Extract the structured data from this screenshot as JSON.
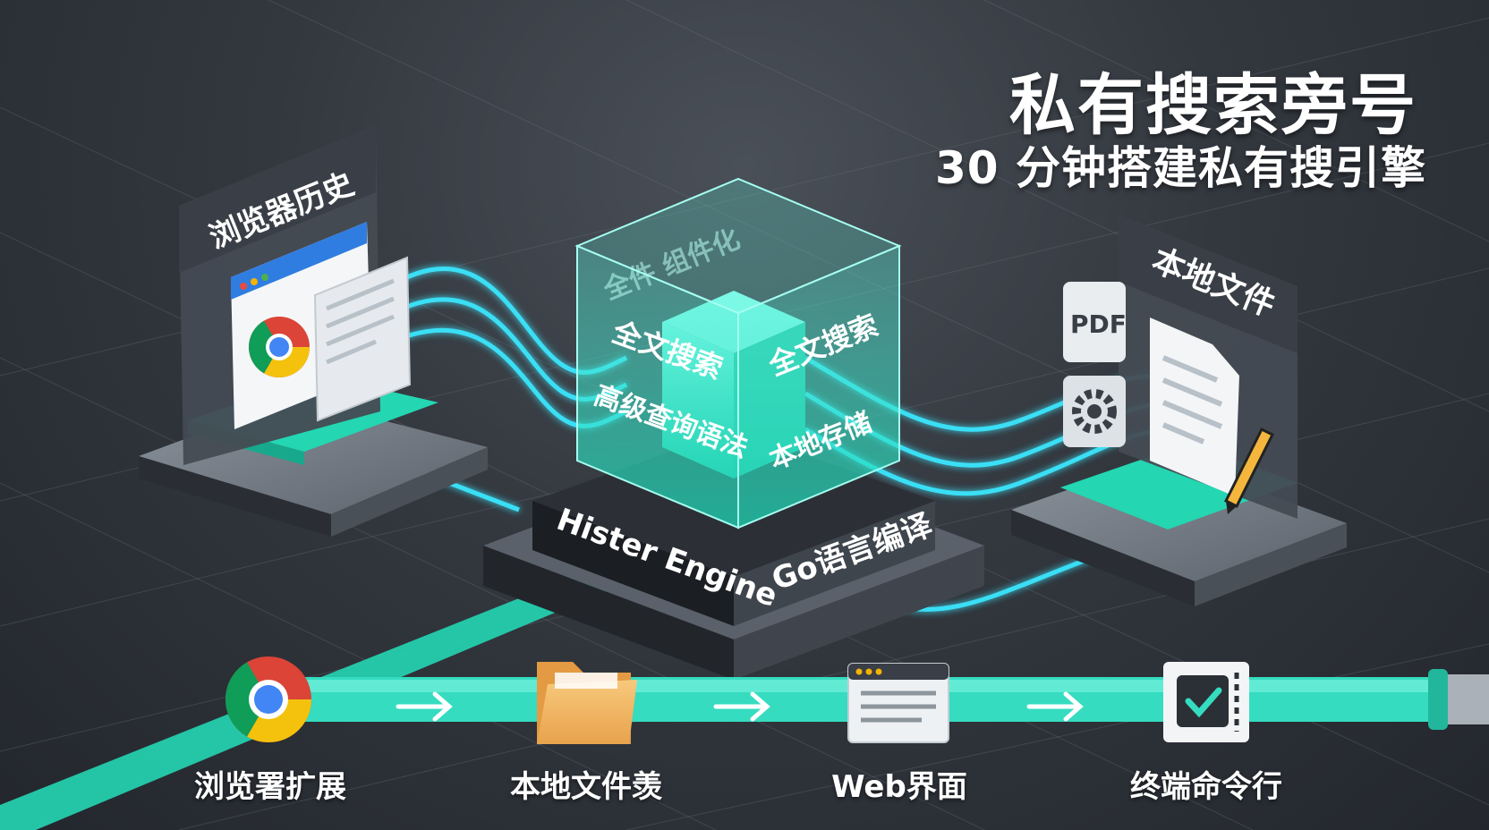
{
  "header": {
    "title": "私有搜索旁号",
    "subtitle": "30 分钟搭建私有搜引擎"
  },
  "left_panel": {
    "label": "浏览器历史",
    "icon": "chrome-icon"
  },
  "right_panel": {
    "label": "本地文件",
    "badge": "PDF",
    "icons": [
      "pdf-icon",
      "gear-icon",
      "document-icon",
      "pencil-icon"
    ]
  },
  "engine": {
    "cube_top_text": "全件 组件化",
    "features_left": [
      "全文搜索",
      "高级查询语法"
    ],
    "features_right": [
      "全文搜索",
      "本地存储"
    ],
    "base_left": "Hister Engine",
    "base_right": "Go语言编译"
  },
  "pipeline": {
    "steps": [
      {
        "label": "浏览署扩展",
        "icon": "chrome-icon"
      },
      {
        "label": "本地文件羡",
        "icon": "folder-icon"
      },
      {
        "label": "Web界面",
        "icon": "browser-window-icon"
      },
      {
        "label": "终端命令行",
        "icon": "terminal-checkbox-icon"
      }
    ],
    "arrow_icon": "right-arrow-icon"
  },
  "colors": {
    "accent_teal": "#2ee6c4",
    "glow_cyan": "#3be8ff",
    "background": "#33383f",
    "panel_dark": "#3a3f47",
    "folder": "#f2b661"
  }
}
